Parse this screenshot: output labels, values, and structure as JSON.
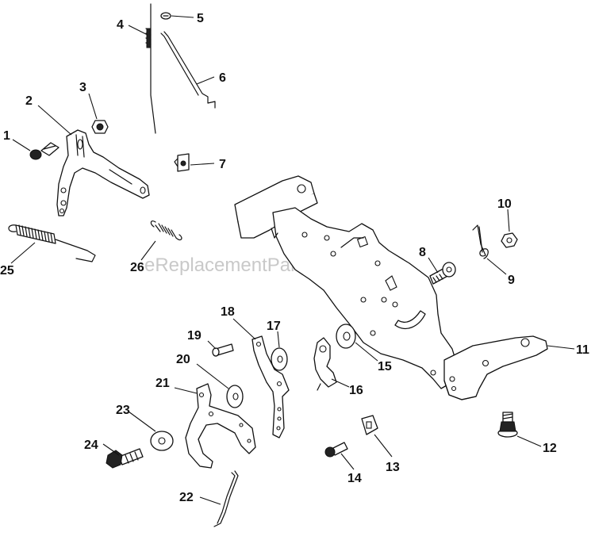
{
  "watermark": "eReplacementParts.com",
  "callouts": {
    "c1": "1",
    "c2": "2",
    "c3": "3",
    "c4": "4",
    "c5": "5",
    "c6": "6",
    "c7": "7",
    "c8": "8",
    "c9": "9",
    "c10": "10",
    "c11": "11",
    "c12": "12",
    "c13": "13",
    "c14": "14",
    "c15": "15",
    "c16": "16",
    "c17": "17",
    "c18": "18",
    "c19": "19",
    "c20": "20",
    "c21": "21",
    "c22": "22",
    "c23": "23",
    "c24": "24",
    "c25": "25",
    "c26": "26"
  }
}
